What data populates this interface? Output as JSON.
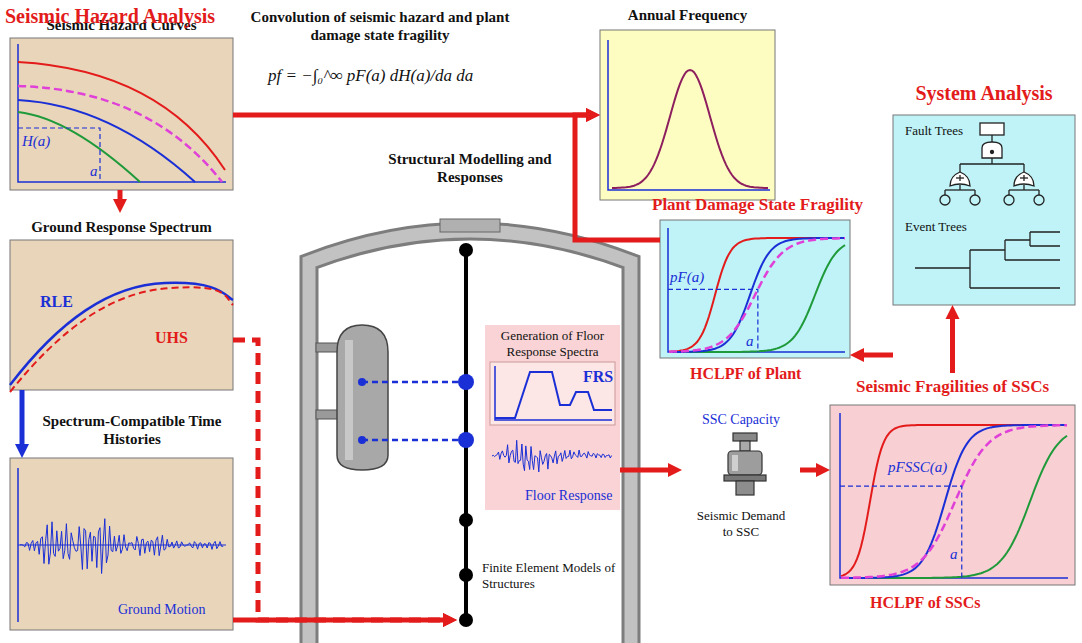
{
  "diagram": {
    "nodes": [
      {
        "text": [
          "Seismic Hazard Curves",
          "H(a)",
          "a"
        ]
      },
      {
        "text": [
          "Ground Response Spectrum",
          "RLE",
          "UHS"
        ]
      },
      {
        "text": [
          "Spectrum-Compatible Time Histories",
          "Ground Motion"
        ]
      },
      {
        "text": [
          "Structural Modelling and Responses",
          "Finite Element Models of Structures"
        ]
      },
      {
        "text": [
          "Generation of Floor Response Spectra",
          "FRS",
          "Floor Response"
        ],
        "in": 3
      },
      {
        "text": [
          "Annual Frequency"
        ]
      },
      {
        "text": [
          "Plant Damage State Fragility",
          "pF(a)",
          "a",
          "HCLPF of Plant"
        ]
      },
      {
        "text": [
          "System Analysis",
          "Fault Trees",
          "Event Trees"
        ]
      },
      {
        "text": [
          "SSC Capacity",
          "Seismic Demand to SSC"
        ]
      },
      {
        "text": [
          "Seismic Fragilities of SSCs",
          "pFSSC(a)",
          "a",
          "HCLPF of SSCs"
        ]
      }
    ],
    "edges": [
      {
        "from": 0,
        "to": 1,
        "arrow": "to"
      },
      {
        "from": 1,
        "to": 2,
        "arrow": "to"
      },
      {
        "from": 1,
        "to": 3,
        "arrow": "to"
      },
      {
        "from": 2,
        "to": 3,
        "arrow": "to"
      },
      {
        "from": 0,
        "to": 5,
        "arrow": "to"
      },
      {
        "from": 6,
        "to": 5,
        "arrow": "to"
      },
      {
        "from": 4,
        "to": 8,
        "arrow": "to"
      },
      {
        "from": 8,
        "to": 9,
        "arrow": "to"
      },
      {
        "from": 9,
        "to": 7,
        "arrow": "to"
      },
      {
        "from": 7,
        "to": 6,
        "arrow": "to"
      }
    ],
    "labels": [
      "Seismic Hazard Analysis",
      "Convolution of seismic hazard and plant damage state fragility",
      "pf = −∫₀^∞ pF(a) dH(a)/da da"
    ]
  }
}
